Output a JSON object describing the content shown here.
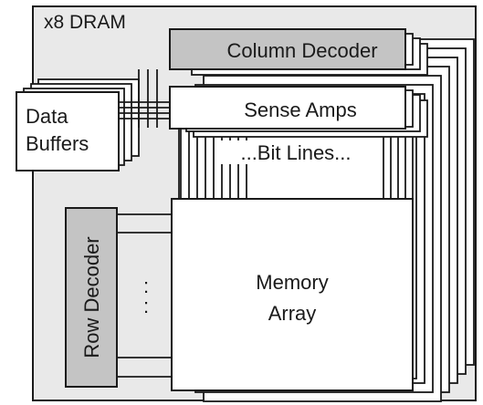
{
  "diagram": {
    "chip_label": "x8 DRAM",
    "column_decoder_label": "Column Decoder",
    "sense_amps_label": "Sense Amps",
    "bit_lines_label": "...Bit Lines...",
    "data_buffers_label_line1": "Data",
    "data_buffers_label_line2": "Buffers",
    "row_decoder_label": "Row Decoder",
    "memory_array_label_line1": "Memory",
    "memory_array_label_line2": "Array",
    "row_ellipsis_label": ":",
    "colors": {
      "chip_fill": "#e9e9e9",
      "decoder_fill": "#c4c4c4",
      "box_fill": "#ffffff",
      "line": "#1a1a1a"
    }
  }
}
